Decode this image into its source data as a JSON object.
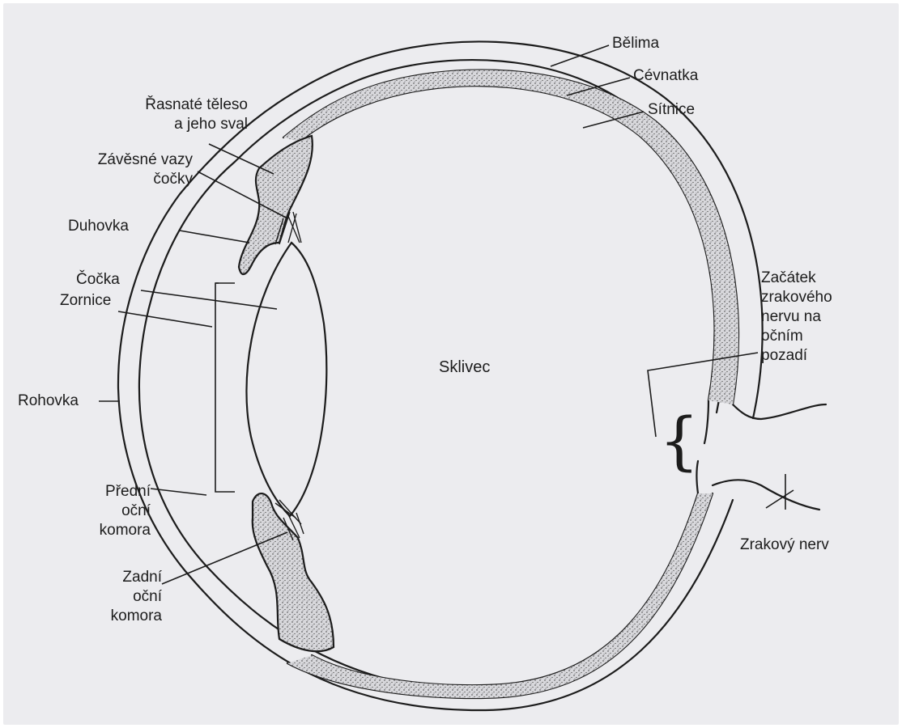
{
  "labels": {
    "belima": "Bělima",
    "cevnatka": "Cévnatka",
    "sitnice": "Sítnice",
    "rasnate_teleso": [
      "Řasnaté těleso",
      "a jeho sval"
    ],
    "zavesne_vazy": [
      "Závěsné vazy",
      "čočky"
    ],
    "duhovka": "Duhovka",
    "cocka": "Čočka",
    "zornice": "Zornice",
    "rohovka": "Rohovka",
    "predni_komora": [
      "Přední",
      "oční",
      "komora"
    ],
    "zadni_komora": [
      "Zadní",
      "oční",
      "komora"
    ],
    "sklivec": "Sklivec",
    "zacatek_nervu": [
      "Začátek",
      "zrakového",
      "nervu na",
      "očním",
      "pozadí"
    ],
    "zrakovy_nerv": "Zrakový nerv"
  },
  "colors": {
    "ink": "#1c1c1c",
    "paper": "#ececef",
    "stipple": "#d8d8dc"
  }
}
